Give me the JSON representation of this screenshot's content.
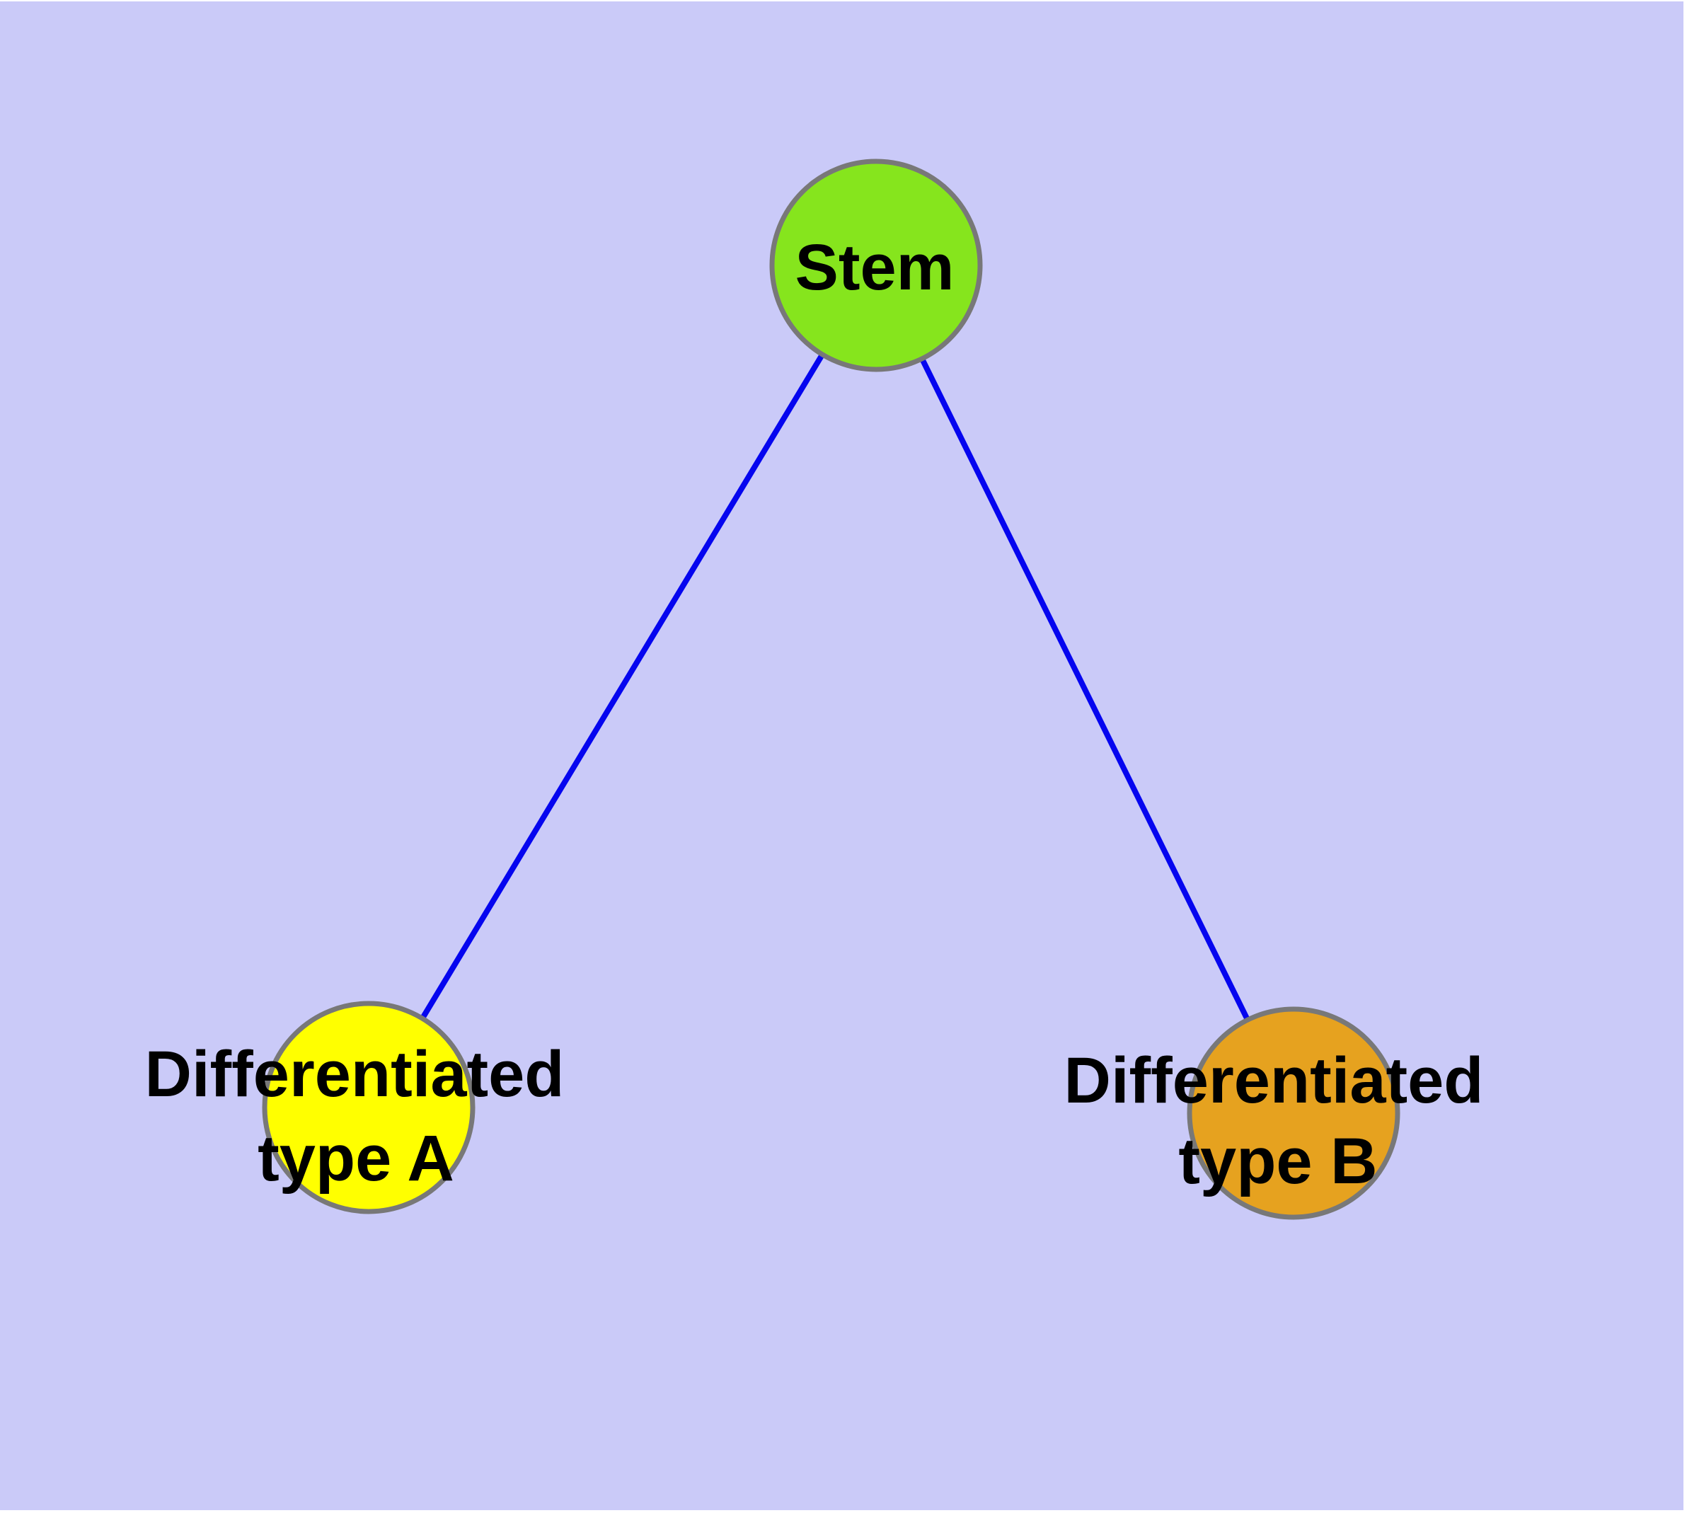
{
  "diagram": {
    "style": {
      "background_color": "#cacaf8",
      "margin_color": "#ffffff",
      "edge_color": "#0505ef",
      "node_border_color": "#787878",
      "label_color": "#000000"
    },
    "nodes": {
      "stem": {
        "label": "Stem",
        "fill": "#86e51d"
      },
      "diff_a": {
        "label_line1": "Differentiated",
        "label_line2": "type A",
        "fill": "#ffff00"
      },
      "diff_b": {
        "label_line1": "Differentiated",
        "label_line2": "type B",
        "fill": "#e6a21f"
      }
    },
    "edges": [
      {
        "from": "Stem",
        "to": "Differentiated type A"
      },
      {
        "from": "Stem",
        "to": "Differentiated type B"
      }
    ]
  }
}
